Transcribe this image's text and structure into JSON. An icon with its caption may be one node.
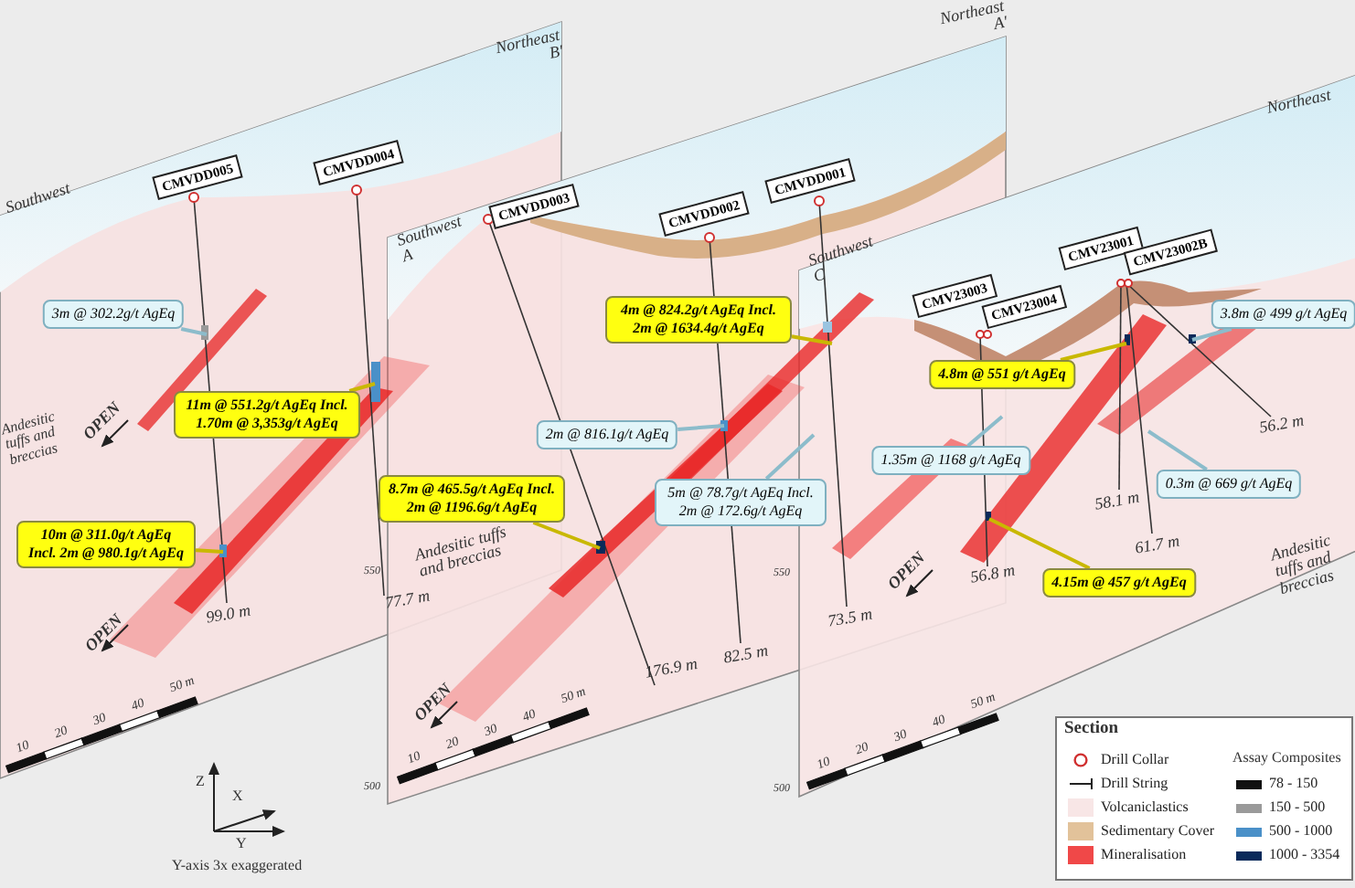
{
  "diagram": {
    "nodes": [
      {
        "text": [
          "CMVDD005"
        ]
      },
      {
        "text": [
          "CMVDD004"
        ]
      },
      {
        "text": [
          "CMVDD003"
        ]
      },
      {
        "text": [
          "CMVDD002"
        ]
      },
      {
        "text": [
          "CMVDD001"
        ]
      },
      {
        "text": [
          "CMV23003"
        ]
      },
      {
        "text": [
          "CMV23004"
        ]
      },
      {
        "text": [
          "CMV23001"
        ]
      },
      {
        "text": [
          "CMV23002B"
        ]
      },
      {
        "text": [
          "3m @ 302.2g/t AgEq"
        ]
      },
      {
        "text": [
          "11m @ 551.2g/t AgEq Incl. 1.70m @ 3,353g/t AgEq"
        ]
      },
      {
        "text": [
          "10m @ 311.0g/t AgEq Incl. 2m @ 980.1g/t AgEq"
        ]
      },
      {
        "text": [
          "8.7m @ 465.5g/t AgEq Incl. 2m @ 1196.6g/t AgEq"
        ]
      },
      {
        "text": [
          "4m @ 824.2g/t AgEq Incl. 2m @ 1634.4g/t AgEq"
        ]
      },
      {
        "text": [
          "2m @ 816.1g/t AgEq"
        ]
      },
      {
        "text": [
          "5m @ 78.7g/t AgEq Incl. 2m @ 172.6g/t AgEq"
        ]
      },
      {
        "text": [
          "4.8m @ 551 g/t AgEq"
        ]
      },
      {
        "text": [
          "1.35m @ 1168 g/t AgEq"
        ]
      },
      {
        "text": [
          "3.8m @ 499 g/t AgEq"
        ]
      },
      {
        "text": [
          "0.3m @ 669 g/t AgEq"
        ]
      },
      {
        "text": [
          "4.15m @ 457 g/t AgEq"
        ]
      }
    ],
    "edges": [
      {
        "from": 9,
        "to": null,
        "arrow": "none"
      },
      {
        "from": 10,
        "to": null,
        "arrow": "none",
        "color": "#c9b800"
      },
      {
        "from": 11,
        "to": null,
        "arrow": "none",
        "color": "#c9b800"
      },
      {
        "from": 12,
        "to": null,
        "arrow": "none",
        "color": "#c9b800"
      },
      {
        "from": 13,
        "to": null,
        "arrow": "none",
        "color": "#c9b800"
      },
      {
        "from": 14,
        "to": null,
        "arrow": "none"
      },
      {
        "from": 15,
        "to": null,
        "arrow": "none"
      },
      {
        "from": 16,
        "to": null,
        "arrow": "none",
        "color": "#c9b800"
      },
      {
        "from": 17,
        "to": null,
        "arrow": "none"
      },
      {
        "from": 18,
        "to": null,
        "arrow": "none"
      },
      {
        "from": 19,
        "to": null,
        "arrow": "none"
      },
      {
        "from": 20,
        "to": null,
        "arrow": "none",
        "color": "#c9b800"
      }
    ],
    "labels": [
      "Northeast B'",
      "Northeast A'",
      "Northeast",
      "Southwest",
      "Southwest A",
      "Southwest C",
      "OPEN",
      "Andesitic tuffs and breccias",
      "OPEN",
      "99.0 m",
      "550",
      "77.7 m",
      "Andesitic tuffs and breccias",
      "OPEN",
      "176.9 m",
      "82.5 m",
      "550",
      "73.5 m",
      "OPEN",
      "56.8 m",
      "58.1 m",
      "61.7 m",
      "56.2 m",
      "Andesitic tuffs and breccias",
      "500",
      "500",
      "10",
      "20",
      "30",
      "40",
      "50 m",
      "10",
      "20",
      "30",
      "40",
      "50 m",
      "10",
      "20",
      "30",
      "40",
      "50 m",
      "Z",
      "X",
      "Y",
      "Y-axis 3x exaggerated",
      "Section",
      "Assay Composites"
    ],
    "legend": [
      {
        "text": "Drill Collar"
      },
      {
        "text": "Drill String"
      },
      {
        "text": "Volcaniclastics",
        "color": "#f8e6e6"
      },
      {
        "text": "Sedimentary Cover",
        "color": "#e2c29a"
      },
      {
        "text": "Mineralisation",
        "color": "#f04848"
      },
      {
        "text": "78 - 150",
        "color": "#111111"
      },
      {
        "text": "150 - 500",
        "color": "#9a9a9a"
      },
      {
        "text": "500 - 1000",
        "color": "#4a90c8"
      },
      {
        "text": "1000 - 3354",
        "color": "#0a2a5a"
      }
    ]
  }
}
